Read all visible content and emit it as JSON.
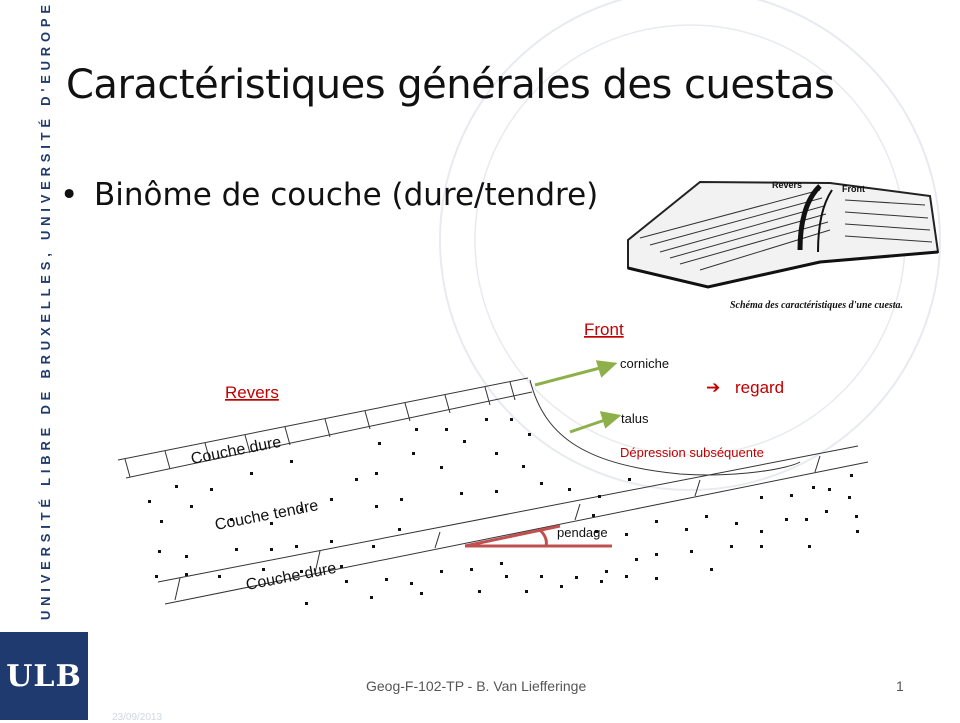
{
  "sidebar": {
    "university": "UNIVERSITÉ LIBRE DE BRUXELLES, UNIVERSITÉ D'EUROPE",
    "logo": "ULB"
  },
  "slide": {
    "title": "Caractéristiques générales des cuestas",
    "bullet": "Binôme de couche (dure/tendre)",
    "bullet_marker": "•"
  },
  "inset": {
    "label_revers": "Revers",
    "label_front": "Front",
    "caption": "Schéma des caractéristiques d'une cuesta."
  },
  "diagram": {
    "front": "Front",
    "revers": "Revers",
    "corniche": "corniche",
    "talus": "talus",
    "regard": "regard",
    "regard_arrow": "➔",
    "depression": "Dépression subséquente",
    "couche_dure_top": "Couche dure",
    "couche_tendre": "Couche tendre",
    "couche_dure_bottom": "Couche dure",
    "pendage": "pendage",
    "colors": {
      "red": "#c00000",
      "green": "#8db04a",
      "angle": "#c0504d"
    }
  },
  "footer": {
    "text": "Geog-F-102-TP  - B. Van Liefferinge",
    "page": "1",
    "date": "23/09/2013"
  }
}
